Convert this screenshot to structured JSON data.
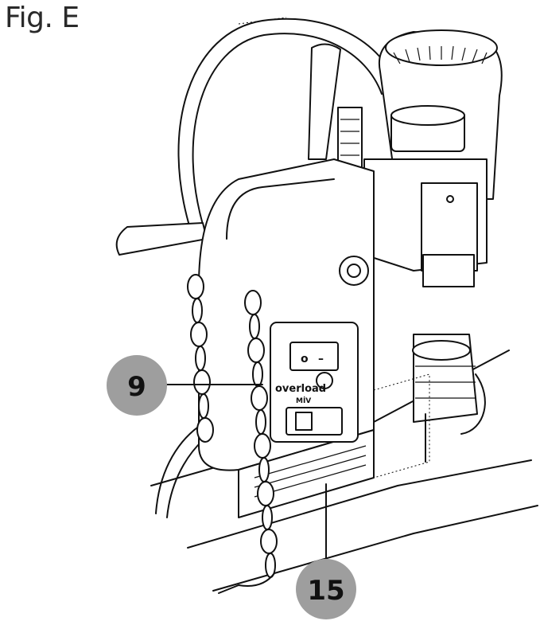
{
  "figure": {
    "title": "Fig. E"
  },
  "callouts": [
    {
      "id": "9",
      "label": "9"
    },
    {
      "id": "15",
      "label": "15"
    }
  ],
  "control_panel": {
    "overload_label": "overload",
    "brand_mark": "MİV",
    "switch_on_glyph": "o",
    "switch_off_glyph": "–"
  },
  "colors": {
    "callout_fill": "#9e9e9e",
    "line": "#111111",
    "background": "#ffffff"
  }
}
